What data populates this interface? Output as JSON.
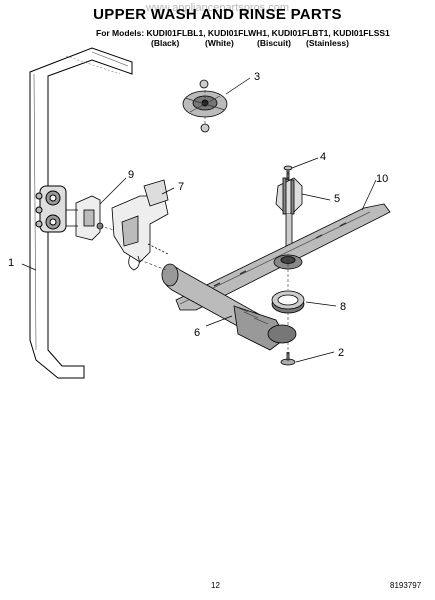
{
  "watermark": "www.appliancepartspros.com",
  "title": "UPPER WASH AND RINSE PARTS",
  "models": "For Models: KUDI01FLBL1, KUDI01FLWH1, KUDI01FLBT1, KUDI01FLSS1",
  "finishes": [
    "(Black)",
    "(White)",
    "(Biscuit)",
    "(Stainless)"
  ],
  "callouts": [
    "1",
    "2",
    "3",
    "4",
    "5",
    "6",
    "7",
    "8",
    "9",
    "10"
  ],
  "footer": {
    "page": "12",
    "doc_number": "8193797"
  }
}
